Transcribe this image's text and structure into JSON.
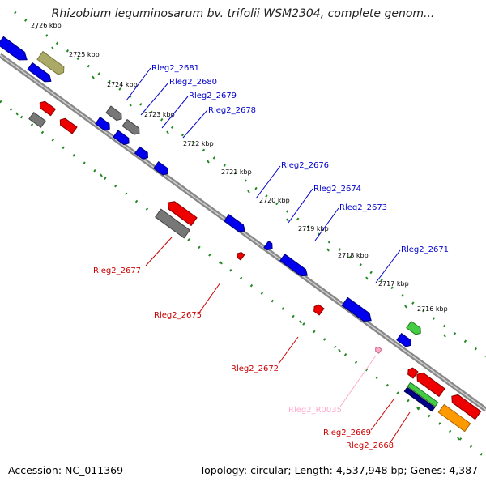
{
  "title": "Rhizobium leguminosarum bv. trifolii WSM2304, complete genom...",
  "footer": {
    "accession": "Accession: NC_011369",
    "summary": "Topology: circular; Length: 4,537,948 bp; Genes: 4,387"
  },
  "scale_labels": [
    "2726 kbp",
    "2725 kbp",
    "2724 kbp",
    "2723 kbp",
    "2722 kbp",
    "2721 kbp",
    "2720 kbp",
    "2719 kbp",
    "2718 kbp",
    "2717 kbp",
    "2716 kbp"
  ],
  "gene_labels_forward": [
    "Rleg2_2681",
    "Rleg2_2680",
    "Rleg2_2679",
    "Rleg2_2678",
    "Rleg2_2676",
    "Rleg2_2674",
    "Rleg2_2673",
    "Rleg2_2671"
  ],
  "gene_labels_reverse": [
    "Rleg2_2677",
    "Rleg2_2675",
    "Rleg2_2672",
    "Rleg2_R0035",
    "Rleg2_2669",
    "Rleg2_2668"
  ],
  "colors": {
    "cds": "#0000ff",
    "reverse_cds": "#ff0000",
    "other": "#777777",
    "rna": "#ffaacc",
    "olive": "#aaaa66",
    "green": "#44cc44",
    "orange": "#ff9900",
    "navy": "#000088",
    "backbone": "#888888",
    "tick": "#228822"
  }
}
